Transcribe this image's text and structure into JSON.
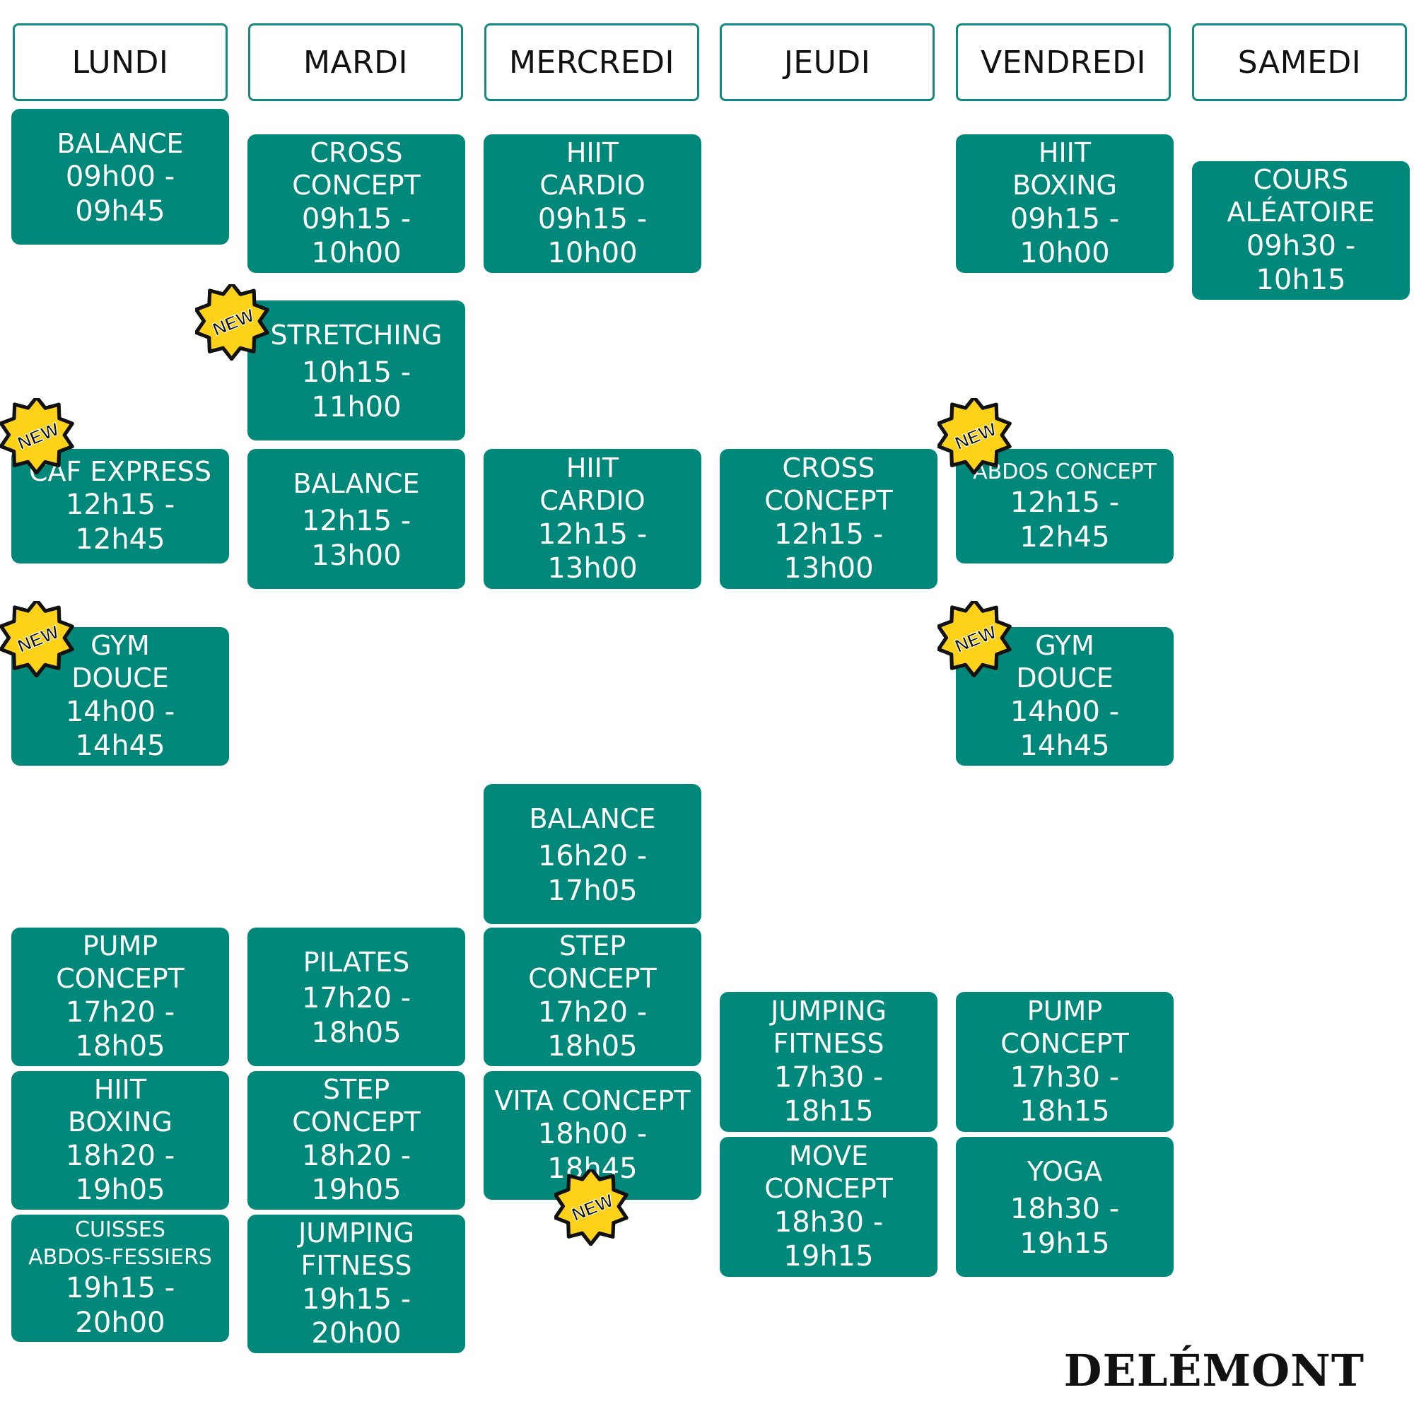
{
  "days": {
    "lundi": "LUNDI",
    "mardi": "MARDI",
    "mercredi": "MERCREDI",
    "jeudi": "JEUDI",
    "vendredi": "VENDREDI",
    "samedi": "SAMEDI"
  },
  "classes": {
    "lun_balance": {
      "name": "BALANCE",
      "time": "09h00 - 09h45"
    },
    "lun_caf_express": {
      "name": "CAF EXPRESS",
      "time": "12h15 - 12h45",
      "is_new": true
    },
    "lun_gym_douce": {
      "name": "GYM\nDOUCE",
      "time": "14h00 - 14h45",
      "is_new": true
    },
    "lun_pump_concept": {
      "name": "PUMP\nCONCEPT",
      "time": "17h20 - 18h05"
    },
    "lun_hiit_boxing": {
      "name": "HIIT\nBOXING",
      "time": "18h20 - 19h05"
    },
    "lun_cuisses": {
      "name": "CUISSES\nABDOS-FESSIERS",
      "time": "19h15 - 20h00"
    },
    "mar_cross_concept": {
      "name": "CROSS\nCONCEPT",
      "time": "09h15 - 10h00"
    },
    "mar_stretching": {
      "name": "STRETCHING",
      "time": "10h15 - 11h00",
      "is_new": true
    },
    "mar_balance": {
      "name": "BALANCE",
      "time": "12h15 - 13h00"
    },
    "mar_pilates": {
      "name": "PILATES",
      "time": "17h20 - 18h05"
    },
    "mar_step_concept": {
      "name": "STEP\nCONCEPT",
      "time": "18h20 - 19h05"
    },
    "mar_jumping_fitness": {
      "name": "JUMPING\nFITNESS",
      "time": "19h15 - 20h00"
    },
    "mer_hiit_cardio_am": {
      "name": "HIIT\nCARDIO",
      "time": "09h15 - 10h00"
    },
    "mer_hiit_cardio_noon": {
      "name": "HIIT\nCARDIO",
      "time": "12h15 - 13h00"
    },
    "mer_balance": {
      "name": "BALANCE",
      "time": "16h20 - 17h05"
    },
    "mer_step_concept": {
      "name": "STEP\nCONCEPT",
      "time": "17h20 - 18h05"
    },
    "mer_vita_concept": {
      "name": "VITA CONCEPT",
      "time": "18h00 - 18h45",
      "is_new": true
    },
    "jeu_cross_concept": {
      "name": "CROSS\nCONCEPT",
      "time": "12h15 - 13h00"
    },
    "jeu_jumping_fitness": {
      "name": "JUMPING\nFITNESS",
      "time": "17h30 - 18h15"
    },
    "jeu_move_concept": {
      "name": "MOVE\nCONCEPT",
      "time": "18h30 - 19h15"
    },
    "ven_hiit_boxing": {
      "name": "HIIT\nBOXING",
      "time": "09h15 - 10h00"
    },
    "ven_abdos_concept": {
      "name": "ABDOS CONCEPT",
      "time": "12h15 - 12h45",
      "is_new": true
    },
    "ven_gym_douce": {
      "name": "GYM\nDOUCE",
      "time": "14h00 - 14h45",
      "is_new": true
    },
    "ven_pump_concept": {
      "name": "PUMP\nCONCEPT",
      "time": "17h30 - 18h15"
    },
    "ven_yoga": {
      "name": "YOGA",
      "time": "18h30 - 19h15"
    },
    "sam_cours_aleatoire": {
      "name": "COURS\nALÉATOIRE",
      "time": "09h30 - 10h15"
    }
  },
  "badge_label": "NEW",
  "brand": "DELÉMONT",
  "colors": {
    "card": "#00897b",
    "header_border": "#14897f",
    "badge_fill": "#ffd21a",
    "badge_outline": "#111111"
  }
}
